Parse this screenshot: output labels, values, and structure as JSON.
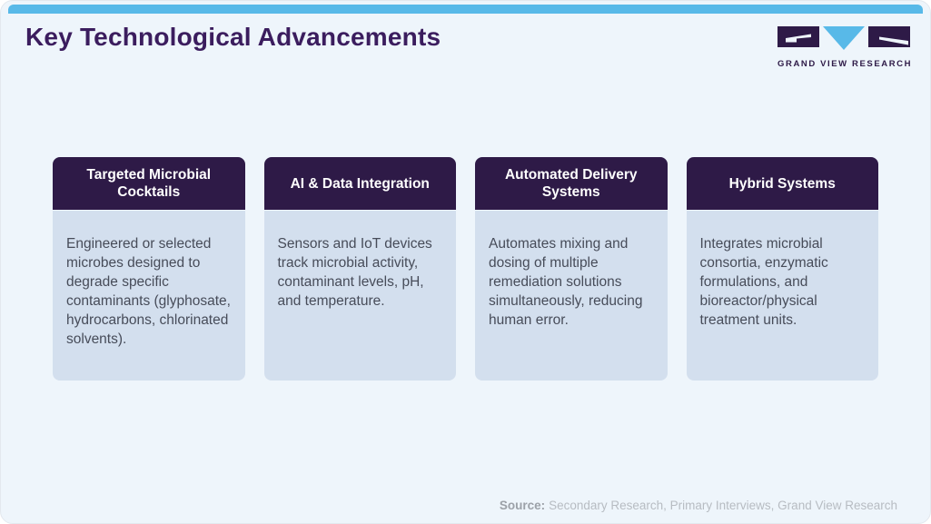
{
  "page": {
    "title": "Key Technological Advancements"
  },
  "branding": {
    "logo_text": "GRAND VIEW RESEARCH"
  },
  "cards": [
    {
      "header": "Targeted Microbial Cocktails",
      "body": "Engineered or selected microbes designed to degrade specific contaminants (glyphosate, hydrocarbons, chlorinated solvents)."
    },
    {
      "header": "AI & Data Integration",
      "body": "Sensors and IoT devices track microbial activity, contaminant levels, pH, and temperature."
    },
    {
      "header": "Automated Delivery Systems",
      "body": "Automates mixing and dosing of multiple remediation solutions simultaneously, reducing human error."
    },
    {
      "header": "Hybrid Systems",
      "body": "Integrates microbial consortia, enzymatic formulations, and bioreactor/physical treatment units."
    }
  ],
  "footer": {
    "source_label": "Source:",
    "source_text": "Secondary Research, Primary Interviews, Grand View Research"
  },
  "colors": {
    "top_bar": "#58b9e8",
    "title": "#3b1d5e",
    "card_header_bg": "#2e1a47",
    "card_body_bg": "#d3dfee",
    "body_text": "#474c59",
    "page_bg": "#eef5fb",
    "logo_purple": "#2e1a47",
    "logo_blue": "#58b9e8",
    "footer_text": "#b7bcc2"
  }
}
